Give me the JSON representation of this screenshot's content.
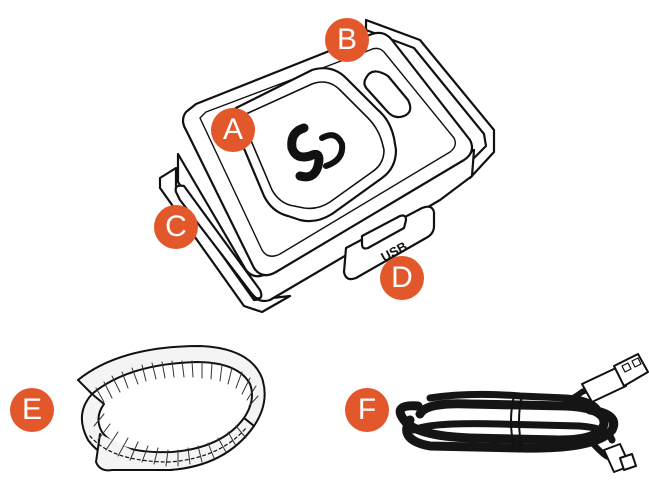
{
  "colors": {
    "callout": "#e2582a",
    "outline": "#111111",
    "cable": "#151515",
    "strap_fill": "#f4f4f4",
    "background": "#ffffff"
  },
  "device": {
    "usb_label": "USB",
    "logo_icon": "brand-swirl-icon"
  },
  "callouts": {
    "a": "A",
    "b": "B",
    "c": "C",
    "d": "D",
    "e": "E",
    "f": "F"
  },
  "items": {
    "strap_icon": "wrist-strap-icon",
    "cable_icon": "usb-cable-icon"
  }
}
